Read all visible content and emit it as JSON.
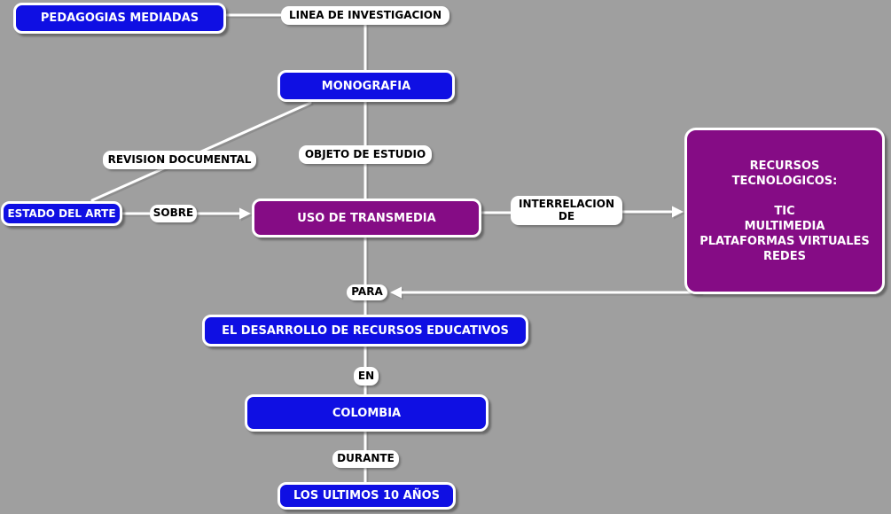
{
  "diagram": {
    "type": "concept-map",
    "background_color": "#9f9f9f",
    "colors": {
      "concept_blue": "#0f0fe3",
      "concept_purple": "#850c85",
      "label_background": "#ffffff",
      "connector_line": "#ffffff",
      "concept_text": "#ffffff",
      "label_text": "#000000"
    },
    "nodes": {
      "pedagogias": {
        "label": "PEDAGOGIAS MEDIADAS"
      },
      "monografia": {
        "label": "MONOGRAFIA"
      },
      "estado_del_arte": {
        "label": "ESTADO DEL ARTE"
      },
      "uso_de_transmedia": {
        "label": "USO DE TRANSMEDIA"
      },
      "recursos_tecnologicos": {
        "title_line1": "RECURSOS",
        "title_line2": "TECNOLOGICOS:",
        "items": [
          "TIC",
          "MULTIMEDIA",
          "PLATAFORMAS VIRTUALES",
          "REDES"
        ]
      },
      "desarrollo": {
        "label": "EL DESARROLLO DE RECURSOS EDUCATIVOS"
      },
      "colombia": {
        "label": "COLOMBIA"
      },
      "ultimos_10_anios": {
        "label": "LOS ULTIMOS 10 AÑOS"
      }
    },
    "link_labels": {
      "linea_de_investigacion": "LINEA DE INVESTIGACION",
      "revision_documental": "REVISION DOCUMENTAL",
      "objeto_de_estudio": "OBJETO DE ESTUDIO",
      "sobre": "SOBRE",
      "interrelacion_line1": "INTERRELACION",
      "interrelacion_line2": "DE",
      "para": "PARA",
      "en": "EN",
      "durante": "DURANTE"
    }
  }
}
